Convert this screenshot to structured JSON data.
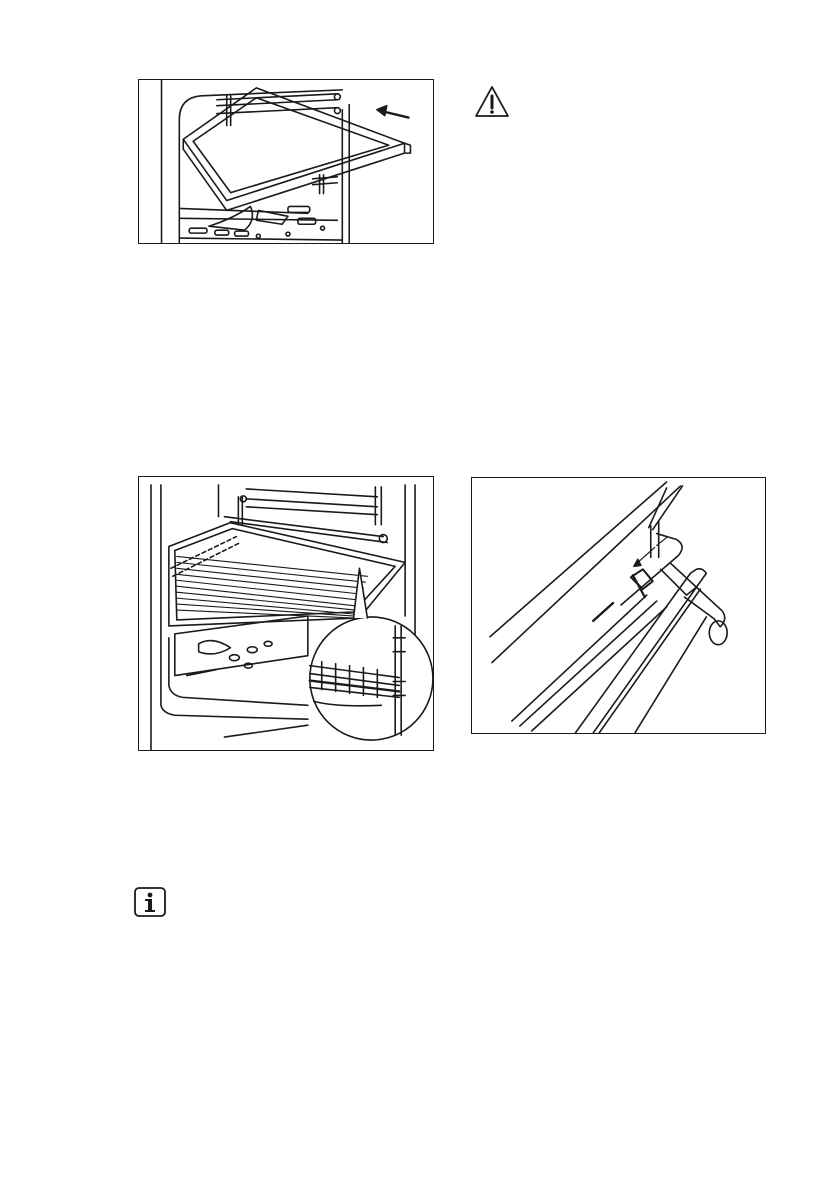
{
  "page": {
    "figures": [
      {
        "icon": "oven-tray-insert-illustration"
      },
      {
        "icon": "grill-shelf-on-tray-illustration"
      },
      {
        "icon": "telescopic-runner-illustration"
      }
    ],
    "icons": {
      "warning": "warning-triangle-icon",
      "info": "info-icon"
    }
  }
}
